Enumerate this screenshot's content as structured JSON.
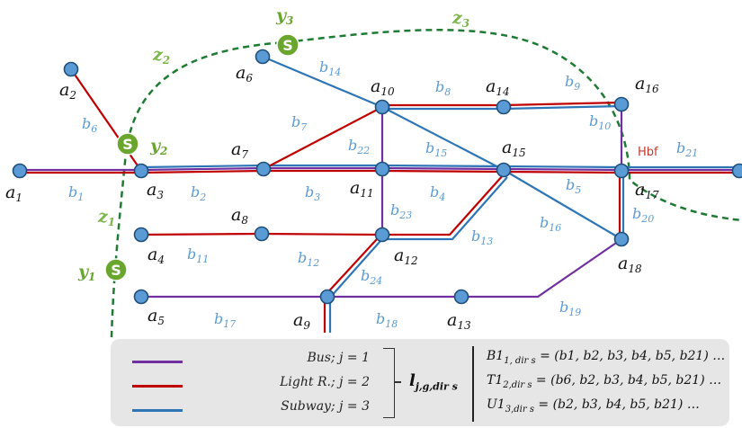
{
  "colors": {
    "bus": "#7030a0",
    "light_rail": "#c00000",
    "subway": "#2e75b6",
    "node": "#5b9bd5",
    "zone": "#1e7b33",
    "station": "#6aa62e"
  },
  "nodes": [
    {
      "id": "a1",
      "base": "a",
      "sub": "1"
    },
    {
      "id": "a2",
      "base": "a",
      "sub": "2"
    },
    {
      "id": "a3",
      "base": "a",
      "sub": "3"
    },
    {
      "id": "a4",
      "base": "a",
      "sub": "4"
    },
    {
      "id": "a5",
      "base": "a",
      "sub": "5"
    },
    {
      "id": "a6",
      "base": "a",
      "sub": "6"
    },
    {
      "id": "a7",
      "base": "a",
      "sub": "7"
    },
    {
      "id": "a8",
      "base": "a",
      "sub": "8"
    },
    {
      "id": "a9",
      "base": "a",
      "sub": "9"
    },
    {
      "id": "a10",
      "base": "a",
      "sub": "10"
    },
    {
      "id": "a11",
      "base": "a",
      "sub": "11"
    },
    {
      "id": "a12",
      "base": "a",
      "sub": "12"
    },
    {
      "id": "a13",
      "base": "a",
      "sub": "13"
    },
    {
      "id": "a14",
      "base": "a",
      "sub": "14"
    },
    {
      "id": "a15",
      "base": "a",
      "sub": "15"
    },
    {
      "id": "a16",
      "base": "a",
      "sub": "16"
    },
    {
      "id": "a17",
      "base": "a",
      "sub": "17"
    },
    {
      "id": "a18",
      "base": "a",
      "sub": "18"
    }
  ],
  "edge_labels": [
    {
      "id": "b1",
      "base": "b",
      "sub": "1"
    },
    {
      "id": "b2",
      "base": "b",
      "sub": "2"
    },
    {
      "id": "b3",
      "base": "b",
      "sub": "3"
    },
    {
      "id": "b4",
      "base": "b",
      "sub": "4"
    },
    {
      "id": "b5",
      "base": "b",
      "sub": "5"
    },
    {
      "id": "b6",
      "base": "b",
      "sub": "6"
    },
    {
      "id": "b7",
      "base": "b",
      "sub": "7"
    },
    {
      "id": "b8",
      "base": "b",
      "sub": "8"
    },
    {
      "id": "b9",
      "base": "b",
      "sub": "9"
    },
    {
      "id": "b10",
      "base": "b",
      "sub": "10"
    },
    {
      "id": "b11",
      "base": "b",
      "sub": "11"
    },
    {
      "id": "b12",
      "base": "b",
      "sub": "12"
    },
    {
      "id": "b13",
      "base": "b",
      "sub": "13"
    },
    {
      "id": "b14",
      "base": "b",
      "sub": "14"
    },
    {
      "id": "b15",
      "base": "b",
      "sub": "15"
    },
    {
      "id": "b16",
      "base": "b",
      "sub": "16"
    },
    {
      "id": "b17",
      "base": "b",
      "sub": "17"
    },
    {
      "id": "b18",
      "base": "b",
      "sub": "18"
    },
    {
      "id": "b19",
      "base": "b",
      "sub": "19"
    },
    {
      "id": "b20",
      "base": "b",
      "sub": "20"
    },
    {
      "id": "b21",
      "base": "b",
      "sub": "21"
    },
    {
      "id": "b22",
      "base": "b",
      "sub": "22"
    },
    {
      "id": "b23",
      "base": "b",
      "sub": "23"
    },
    {
      "id": "b24",
      "base": "b",
      "sub": "24"
    }
  ],
  "zones": [
    {
      "id": "z1",
      "base": "z",
      "sub": "1"
    },
    {
      "id": "z2",
      "base": "z",
      "sub": "2"
    },
    {
      "id": "z3",
      "base": "z",
      "sub": "3"
    }
  ],
  "stations": [
    {
      "id": "y1",
      "base": "y",
      "sub": "1",
      "icon": "S"
    },
    {
      "id": "y2",
      "base": "y",
      "sub": "2",
      "icon": "S"
    },
    {
      "id": "y3",
      "base": "y",
      "sub": "3",
      "icon": "S"
    }
  ],
  "hub_label": "Hbf",
  "legend": {
    "items": [
      {
        "label": "Bus; j = 1",
        "color": "#7030a0"
      },
      {
        "label": "Light R.; j = 2",
        "color": "#c00000"
      },
      {
        "label": "Subway; j = 3",
        "color": "#2e75b6"
      }
    ],
    "symbol": "l",
    "symbol_sub": "j,g,dir s",
    "formulas": [
      {
        "head": "B1",
        "sub": "1, dir s",
        "rhs": " = (b1, b2, b3, b4, b5, b21) …"
      },
      {
        "head": "T1",
        "sub": "2,dir s",
        "rhs": " = (b6, b2, b3, b4, b5, b21) …"
      },
      {
        "head": "U1",
        "sub": "3,dir s",
        "rhs": " = (b2, b3, b4, b5, b21) …"
      }
    ]
  }
}
